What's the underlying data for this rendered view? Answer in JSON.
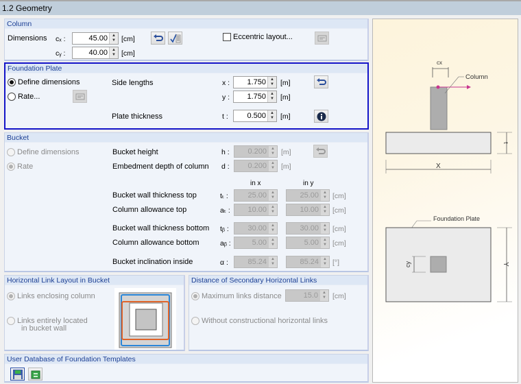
{
  "window": {
    "title": "1.2 Geometry"
  },
  "column": {
    "header": "Column",
    "dimensions_label": "Dimensions",
    "cx": {
      "symbol": "cₓ :",
      "value": "45.00",
      "unit": "[cm]"
    },
    "cy": {
      "symbol": "cᵧ :",
      "value": "40.00",
      "unit": "[cm]"
    },
    "eccentric_label": "Eccentric layout...",
    "eccentric_checked": false
  },
  "foundation_plate": {
    "header": "Foundation Plate",
    "define_dimensions": "Define dimensions",
    "rate": "Rate...",
    "side_lengths_label": "Side lengths",
    "x": {
      "symbol": "x :",
      "value": "1.750",
      "unit": "[m]"
    },
    "y": {
      "symbol": "y :",
      "value": "1.750",
      "unit": "[m]"
    },
    "thickness_label": "Plate thickness",
    "t": {
      "symbol": "t :",
      "value": "0.500",
      "unit": "[m]"
    }
  },
  "bucket": {
    "header": "Bucket",
    "define_dimensions": "Define dimensions",
    "rate": "Rate",
    "bucket_height": {
      "label": "Bucket height",
      "symbol": "h :",
      "value": "0.200",
      "unit": "[m]"
    },
    "embedment_depth": {
      "label": "Embedment depth of column",
      "symbol": "d :",
      "value": "0.200",
      "unit": "[m]"
    },
    "col_in_x": "in x",
    "col_in_y": "in y",
    "rows": [
      {
        "label": "Bucket wall thickness top",
        "symbol": "tₜ :",
        "x": "25.00",
        "y": "25.00",
        "unit": "[cm]"
      },
      {
        "label": "Column allowance top",
        "symbol": "aₜ :",
        "x": "10.00",
        "y": "10.00",
        "unit": "[cm]"
      },
      {
        "label": "Bucket wall thickness bottom",
        "symbol": "tᵦ :",
        "x": "30.00",
        "y": "30.00",
        "unit": "[cm]"
      },
      {
        "label": "Column allowance bottom",
        "symbol": "aᵦ :",
        "x": "5.00",
        "y": "5.00",
        "unit": "[cm]"
      },
      {
        "label": "Bucket inclination inside",
        "symbol": "α :",
        "x": "85.24",
        "y": "85.24",
        "unit": "[°]"
      }
    ]
  },
  "horizontal_links": {
    "header": "Horizontal Link Layout in Bucket",
    "option1": "Links enclosing column",
    "option2_line1": "Links entirely located",
    "option2_line2": "in bucket wall"
  },
  "secondary_links": {
    "header": "Distance of Secondary Horizontal Links",
    "option1": "Maximum links distance",
    "value": "15.0",
    "unit": "[cm]",
    "option2": "Without constructional horizontal links"
  },
  "templates": {
    "header": "User Database of Foundation Templates"
  },
  "diagram": {
    "cx_label": "cx",
    "column_label": "Column",
    "t_label": "t",
    "x_label": "X",
    "foundation_plate_label": "Foundation Plate",
    "cy_label": "cy",
    "y_label": "Y"
  },
  "colors": {
    "accent_blue": "#1c3f94",
    "selection_border": "#1414c8",
    "link_blue": "#2a86d8",
    "link_orange": "#e0642a",
    "arrow_magenta": "#c8358f"
  }
}
